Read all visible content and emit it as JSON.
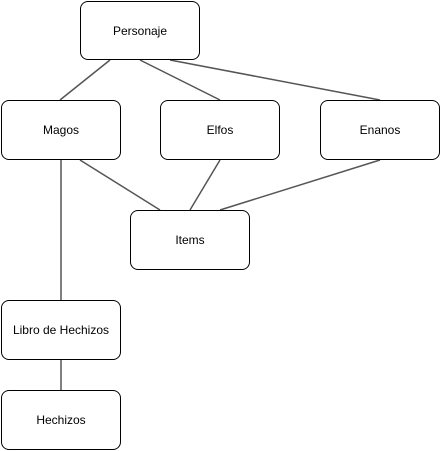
{
  "nodes": {
    "personaje": "Personaje",
    "magos": "Magos",
    "elfos": "Elfos",
    "enanos": "Enanos",
    "items": "Items",
    "libro": "Libro de Hechizos",
    "hechizos": "Hechizos"
  },
  "edges": [
    {
      "from": "personaje",
      "to": "magos"
    },
    {
      "from": "personaje",
      "to": "elfos"
    },
    {
      "from": "personaje",
      "to": "enanos"
    },
    {
      "from": "magos",
      "to": "items"
    },
    {
      "from": "elfos",
      "to": "items"
    },
    {
      "from": "enanos",
      "to": "items"
    },
    {
      "from": "magos",
      "to": "libro"
    },
    {
      "from": "libro",
      "to": "hechizos"
    }
  ],
  "colors": {
    "edge": "#555555",
    "border": "#000000",
    "background": "#ffffff"
  }
}
